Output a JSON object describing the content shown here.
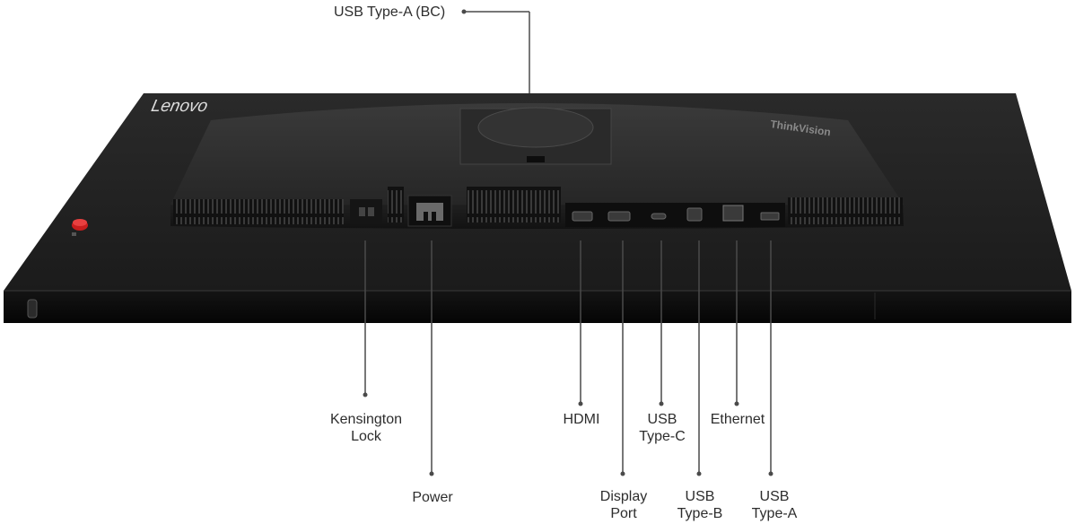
{
  "brand": {
    "bezel_logo": "Lenovo",
    "housing_logo": "ThinkVision"
  },
  "callouts": {
    "top": "USB Type-A (BC)",
    "kensington": [
      "Kensington",
      "Lock"
    ],
    "power": "Power",
    "hdmi": "HDMI",
    "usb_c": [
      "USB",
      "Type-C"
    ],
    "ethernet": "Ethernet",
    "display_port": [
      "Display",
      "Port"
    ],
    "usb_b": [
      "USB",
      "Type-B"
    ],
    "usb_a": [
      "USB",
      "Type-A"
    ]
  },
  "colors": {
    "monitor_body": "#1d1d1d",
    "power_button": "#d42020",
    "leader_line": "#4a4a4a",
    "label_text": "#2d2d2d"
  }
}
